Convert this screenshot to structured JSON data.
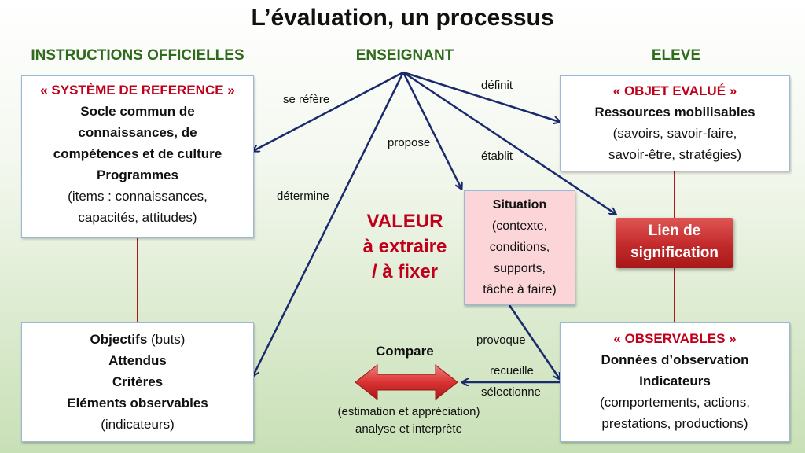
{
  "title": "L’évaluation, un processus",
  "headers": {
    "left": "INSTRUCTIONS OFFICIELLES",
    "center": "ENSEIGNANT",
    "right": "ELEVE"
  },
  "reference_box": {
    "heading": "« SYSTÈME DE REFERENCE »",
    "line1": "Socle commun de",
    "line2": "connaissances, de",
    "line3": "compétences et de culture",
    "line4": "Programmes",
    "line5": "(items : connaissances,",
    "line6": "capacités, attitudes)"
  },
  "objectifs_box": {
    "line1_bold": "Objectifs",
    "line1_rest": " (buts)",
    "line2": "Attendus",
    "line3": "Critères",
    "line4": "Eléments observables",
    "line5": "(indicateurs)"
  },
  "objet_box": {
    "heading": "« OBJET EVALUÉ »",
    "line1": "Ressources mobilisables",
    "line2": "(savoirs, savoir-faire,",
    "line3": "savoir-être, stratégies)"
  },
  "observables_box": {
    "heading": "« OBSERVABLES »",
    "line1": "Données d’observation",
    "line2": "Indicateurs",
    "line3": "(comportements, actions,",
    "line4": "prestations, productions)"
  },
  "situation_box": {
    "line1": "Situation",
    "line2": "(contexte,",
    "line3": "conditions,",
    "line4": "supports,",
    "line5": "tâche à faire)"
  },
  "lien_box": {
    "line1": "Lien de",
    "line2": "signification"
  },
  "valeur": {
    "line1": "VALEUR",
    "line2": "à extraire",
    "line3": "/ à fixer"
  },
  "compare": {
    "label": "Compare",
    "line1": "(estimation et appréciation)",
    "line2": "analyse et interprète"
  },
  "arrow_labels": {
    "se_refere": "se réfère",
    "definit": "définit",
    "propose": "propose",
    "etablit": "établit",
    "determine": "détermine",
    "provoque": "provoque",
    "recueille": "recueille",
    "selectionne": "sélectionne"
  },
  "colors": {
    "header_green": "#2f6b1c",
    "accent_red": "#c0001a",
    "arrow_blue": "#1a2a6c",
    "connector_red": "#b01818"
  }
}
